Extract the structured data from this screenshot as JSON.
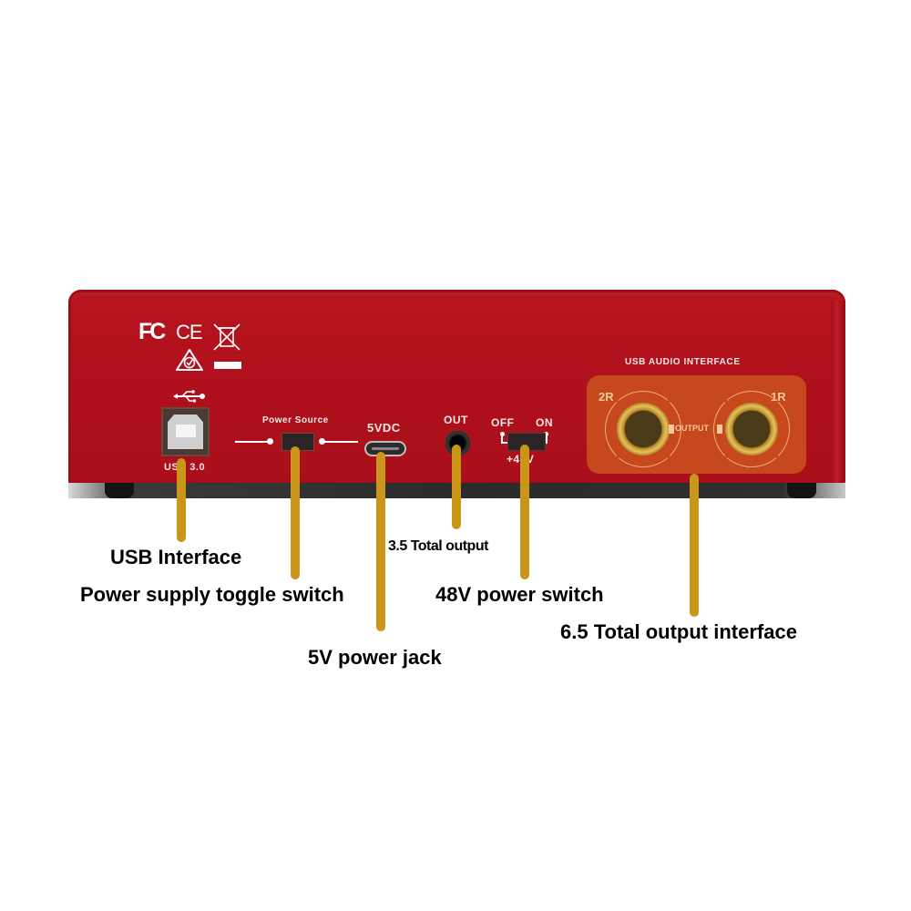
{
  "device": {
    "certifications": [
      "FC",
      "CE",
      "WEEE",
      "RCM"
    ],
    "usb_symbol": "usb-icon",
    "usb_port_label": "USB 3.0",
    "power_source_label": "Power Source",
    "usbc_label": "5VDC",
    "jack35_label": "OUT",
    "phantom_off_label": "OFF",
    "phantom_on_label": "ON",
    "phantom_label": "+48V",
    "interface_title": "USB AUDIO INTERFACE",
    "output_left_label": "2R",
    "output_right_label": "1R",
    "output_center_label": "OUTPUT",
    "colors": {
      "body": "#b0111c",
      "output_panel": "#c6481c",
      "leader": "#c9961a"
    }
  },
  "callouts": {
    "usb_interface": "USB Interface",
    "power_toggle": "Power supply toggle switch",
    "power_jack": "5V power jack",
    "total_output_35": "3.5 Total output",
    "phantom_switch": "48V power switch",
    "total_output_65": "6.5 Total output interface"
  }
}
